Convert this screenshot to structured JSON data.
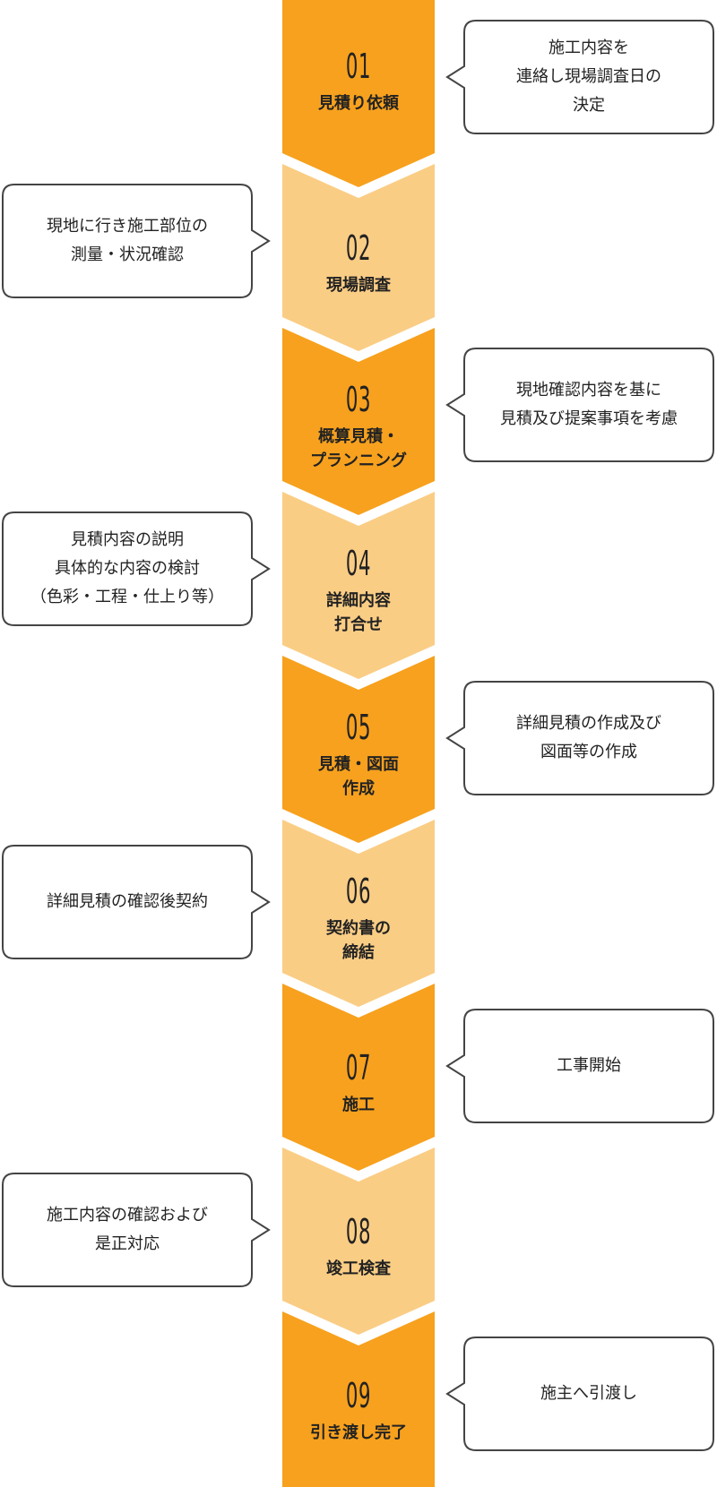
{
  "colors": {
    "dark": "#F7A11E",
    "light": "#FACD85",
    "bubble_border": "#444444"
  },
  "steps": [
    {
      "number": "01",
      "title": "見積り依頼",
      "note": "施工内容を\n連絡し現場調査日の\n決定",
      "note_side": "right"
    },
    {
      "number": "02",
      "title": "現場調査",
      "note": "現地に行き施工部位の\n測量・状況確認",
      "note_side": "left"
    },
    {
      "number": "03",
      "title": "概算見積・\nプランニング",
      "note": "現地確認内容を基に\n見積及び提案事項を考慮",
      "note_side": "right"
    },
    {
      "number": "04",
      "title": "詳細内容\n打合せ",
      "note": "見積内容の説明\n具体的な内容の検討\n（色彩・工程・仕上り等）",
      "note_side": "left"
    },
    {
      "number": "05",
      "title": "見積・図面\n作成",
      "note": "詳細見積の作成及び\n図面等の作成",
      "note_side": "right"
    },
    {
      "number": "06",
      "title": "契約書の\n締結",
      "note": "詳細見積の確認後契約",
      "note_side": "left"
    },
    {
      "number": "07",
      "title": "施工",
      "note": "工事開始",
      "note_side": "right"
    },
    {
      "number": "08",
      "title": "竣工検査",
      "note": "施工内容の確認および\n是正対応",
      "note_side": "left"
    },
    {
      "number": "09",
      "title": "引き渡し完了",
      "note": "施主へ引渡し",
      "note_side": "right"
    }
  ]
}
